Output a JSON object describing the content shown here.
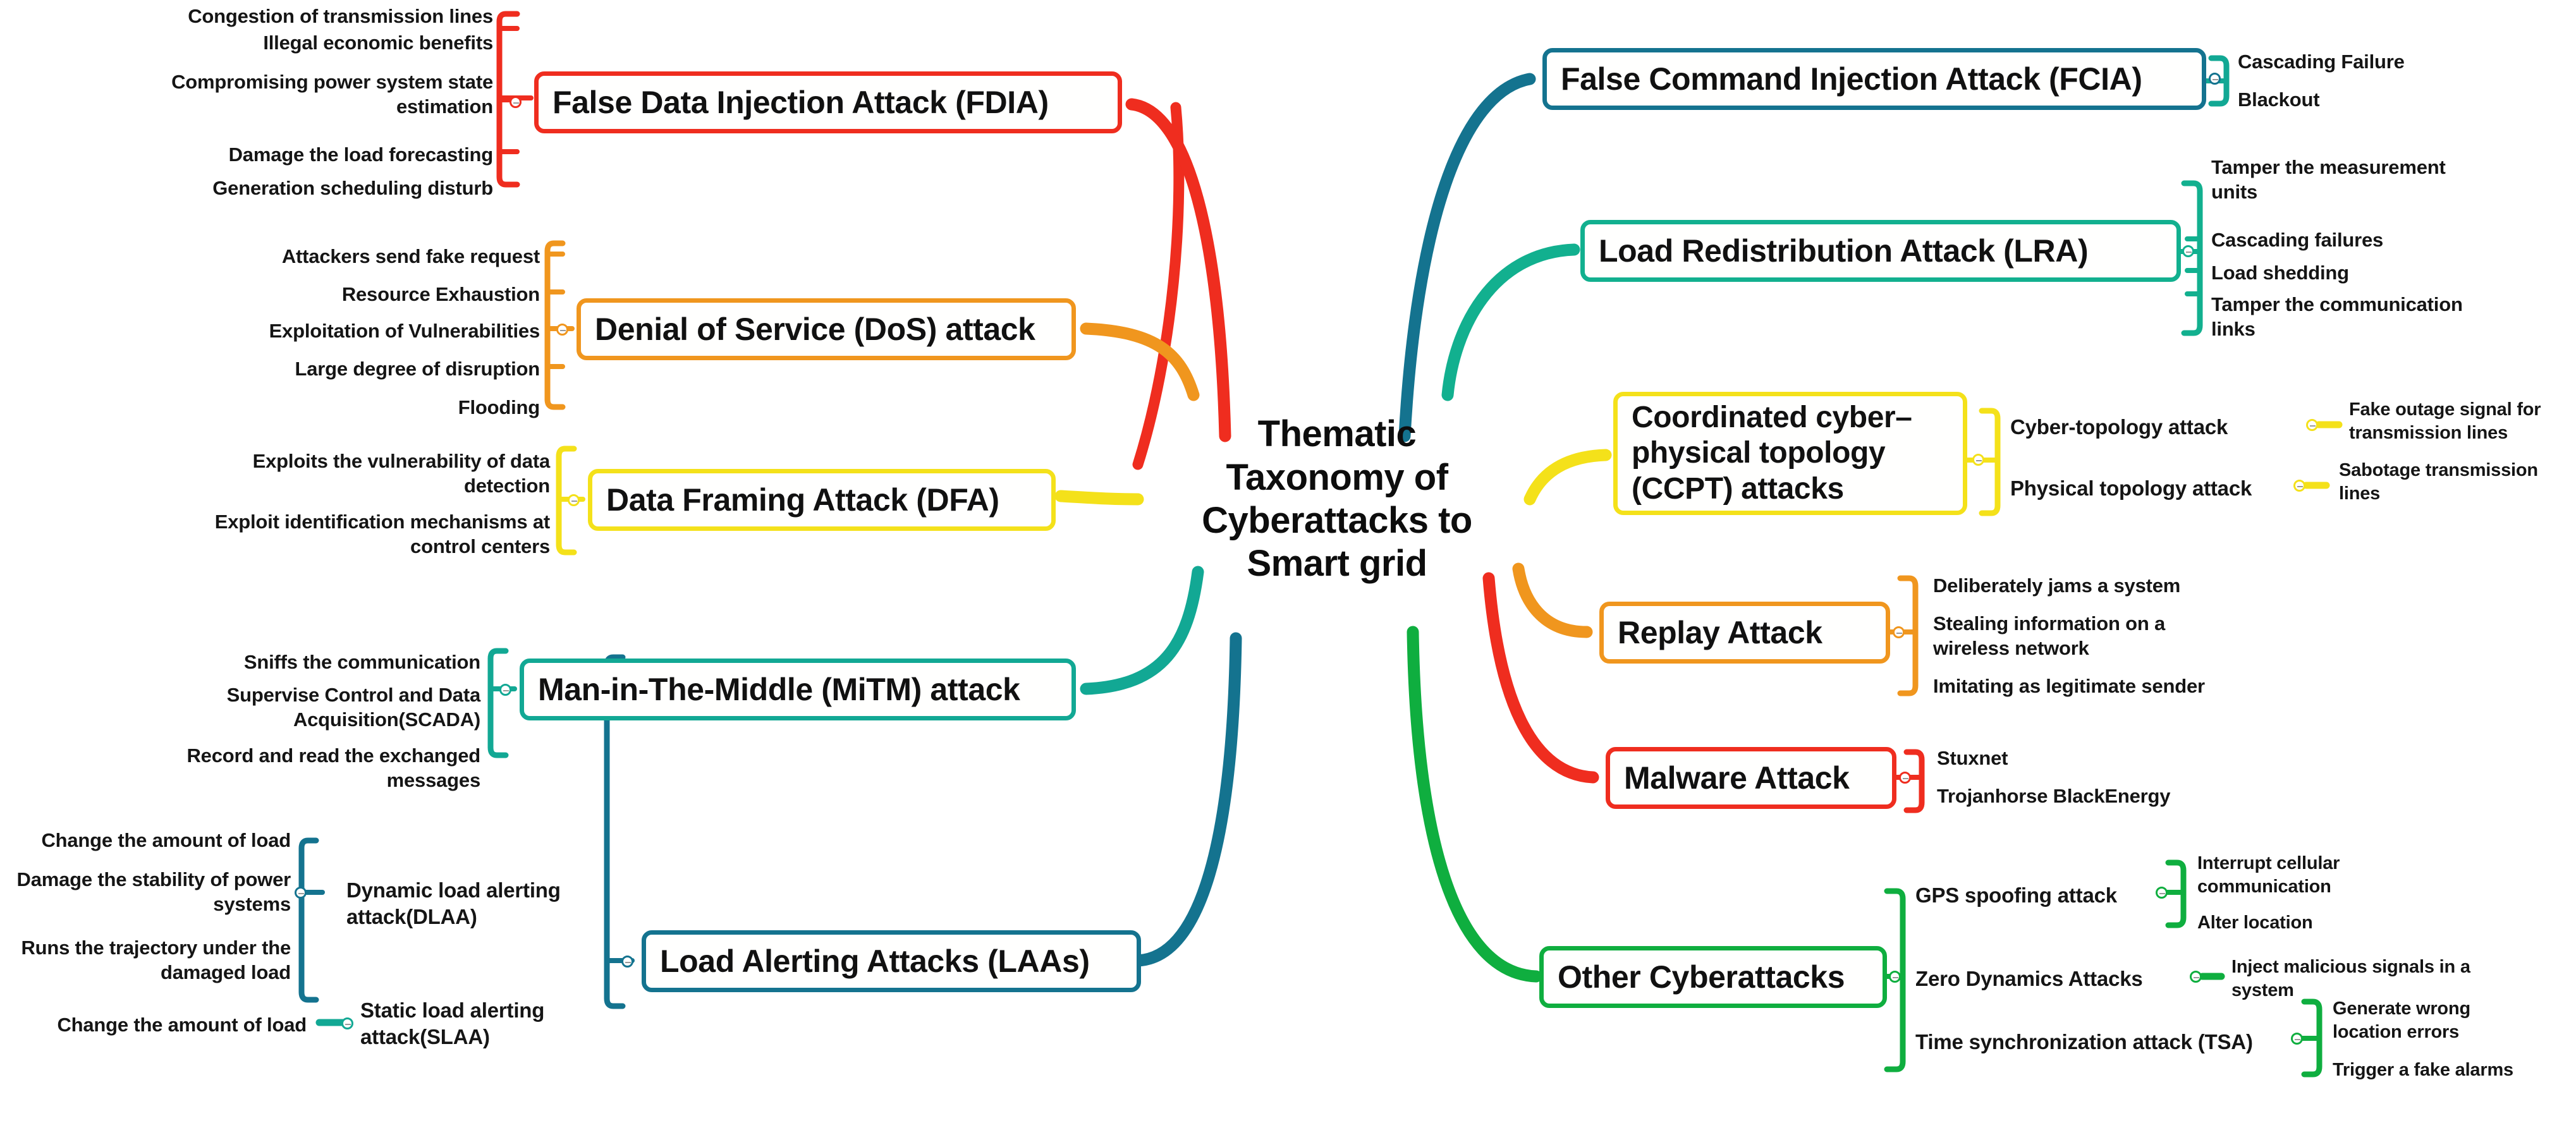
{
  "diagram": {
    "type": "mind-map",
    "title": "Thematic Taxonomy of Cyberattacks to Smart grid",
    "center": {
      "label": "Thematic Taxonomy of Cyberattacks to Smart grid"
    },
    "colors": {
      "fdia": "#ef2d1f",
      "dos": "#f0961e",
      "dfa": "#f4e11a",
      "mitm": "#12a894",
      "laa": "#14738f",
      "fcia": "#14738f",
      "lra": "#12b08f",
      "ccpt": "#f4e11a",
      "replay": "#f0961e",
      "malware": "#ef2d1f",
      "other": "#0fae3f"
    },
    "left_branches": [
      {
        "id": "fdia",
        "label": "False Data Injection Attack (FDIA)",
        "color": "#ef2d1f",
        "leaves": [
          "Congestion of transmission lines",
          "Illegal economic benefits",
          "Compromising power system state estimation",
          "Damage the load forecasting",
          "Generation scheduling disturb"
        ]
      },
      {
        "id": "dos",
        "label": "Denial of Service (DoS) attack",
        "color": "#f0961e",
        "leaves": [
          "Attackers send fake request",
          "Resource Exhaustion",
          "Exploitation of Vulnerabilities",
          "Large degree of disruption",
          "Flooding"
        ]
      },
      {
        "id": "dfa",
        "label": "Data Framing Attack (DFA)",
        "color": "#f4e11a",
        "leaves": [
          "Exploits the vulnerability of data detection",
          "Exploit identification mechanisms at control centers"
        ]
      },
      {
        "id": "mitm",
        "label": "Man-in-The-Middle (MiTM) attack",
        "color": "#12a894",
        "leaves": [
          "Sniffs the communication",
          "Supervise Control and Data Acquisition(SCADA)",
          "Record and read the exchanged messages"
        ]
      },
      {
        "id": "laa",
        "label": "Load Alerting Attacks (LAAs)",
        "color": "#14738f",
        "children": [
          {
            "label": "Dynamic load alerting attack(DLAA)",
            "leaves": [
              "Change the amount of load",
              "Damage the stability of power systems",
              "Runs the trajectory under the damaged load"
            ]
          },
          {
            "label": "Static load alerting attack(SLAA)",
            "leaves": [
              "Change the amount of load"
            ]
          }
        ]
      }
    ],
    "right_branches": [
      {
        "id": "fcia",
        "label": "False Command Injection Attack (FCIA)",
        "color": "#14738f",
        "leaves": [
          "Cascading Failure",
          "Blackout"
        ]
      },
      {
        "id": "lra",
        "label": "Load Redistribution Attack (LRA)",
        "color": "#12b08f",
        "leaves": [
          "Tamper the measurement units",
          "Cascading failures",
          "Load shedding",
          "Tamper the communication links"
        ]
      },
      {
        "id": "ccpt",
        "label": "Coordinated cyber–physical topology (CCPT) attacks",
        "color": "#f4e11a",
        "children": [
          {
            "label": "Cyber-topology attack",
            "leaves": [
              "Fake outage signal for transmission lines"
            ]
          },
          {
            "label": "Physical topology attack",
            "leaves": [
              "Sabotage transmission lines"
            ]
          }
        ]
      },
      {
        "id": "replay",
        "label": "Replay Attack",
        "color": "#f0961e",
        "leaves": [
          "Deliberately jams a system",
          "Stealing information on a wireless network",
          "Imitating as legitimate sender"
        ]
      },
      {
        "id": "malware",
        "label": "Malware Attack",
        "color": "#ef2d1f",
        "leaves": [
          "Stuxnet",
          "Trojanhorse BlackEnergy"
        ]
      },
      {
        "id": "other",
        "label": "Other Cyberattacks",
        "color": "#0fae3f",
        "children": [
          {
            "label": "GPS spoofing attack",
            "leaves": [
              "Interrupt cellular communication",
              "Alter location"
            ]
          },
          {
            "label": "Zero Dynamics Attacks",
            "leaves": [
              "Inject malicious signals in a system"
            ]
          },
          {
            "label": "Time synchronization attack (TSA)",
            "leaves": [
              "Generate wrong location errors",
              "Trigger a fake alarms"
            ]
          }
        ]
      }
    ]
  }
}
